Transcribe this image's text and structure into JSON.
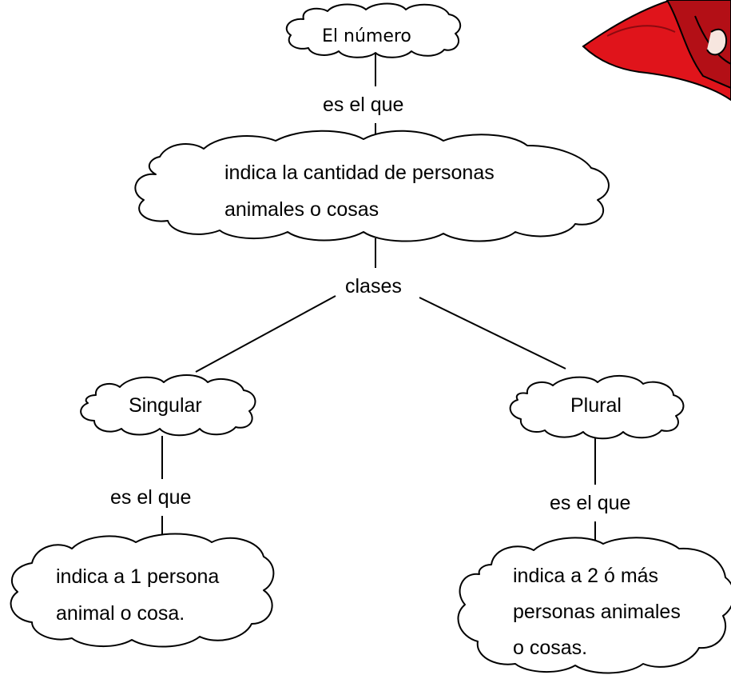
{
  "colors": {
    "stroke": "#000000",
    "background": "#ffffff",
    "hat_red": "#e0141b",
    "hat_dark": "#8c0a10"
  },
  "nodes": {
    "root": {
      "text": "El número"
    },
    "definition": {
      "line1": "indica la cantidad de personas",
      "line2": "animales o cosas"
    },
    "singular": {
      "text": "Singular"
    },
    "plural": {
      "text": "Plural"
    },
    "singular_definition": {
      "line1": "indica a 1 persona",
      "line2": "animal o cosa."
    },
    "plural_definition": {
      "line1": "indica a 2 ó más",
      "line2": "personas animales",
      "line3": "o cosas."
    }
  },
  "links": {
    "root_to_definition": "es el que",
    "definition_to_classes": "clases",
    "singular_to_definition": "es el que",
    "plural_to_definition": "es el que"
  },
  "decoration": {
    "icon": "red-hat-icon"
  }
}
